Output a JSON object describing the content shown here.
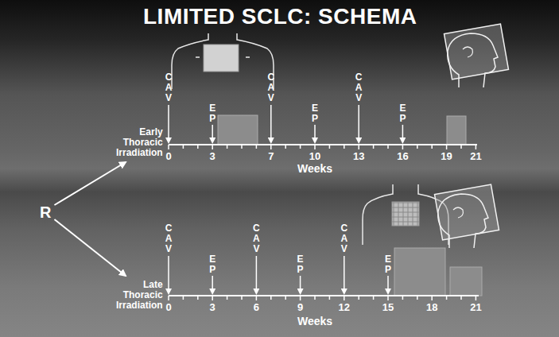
{
  "diagram": {
    "title": "LIMITED SCLC: SCHEMA",
    "nodes": [
      {
        "text": [
          "R"
        ]
      },
      {
        "text": [
          "Early Thoracic Irradiation"
        ]
      },
      {
        "text": [
          "Late Thoracic Irradiation"
        ]
      }
    ],
    "edges": [
      {
        "from": 0,
        "to": 1,
        "arrow": "to"
      },
      {
        "from": 0,
        "to": 2,
        "arrow": "to"
      }
    ],
    "labels": [
      "CAV",
      "EP",
      "CAV",
      "EP",
      "CAV",
      "EP",
      "0",
      "3",
      "7",
      "10",
      "13",
      "16",
      "19",
      "21",
      "Weeks",
      "CAV",
      "EP",
      "CAV",
      "EP",
      "CAV",
      "EP",
      "0",
      "3",
      "6",
      "9",
      "12",
      "15",
      "18",
      "21",
      "Weeks"
    ]
  }
}
